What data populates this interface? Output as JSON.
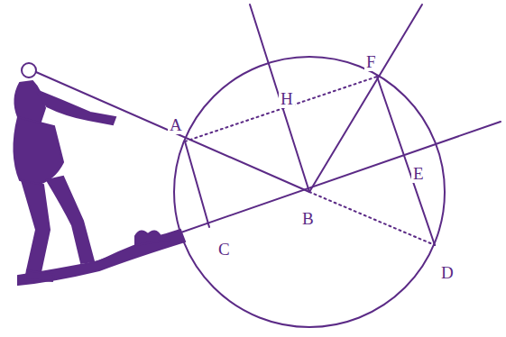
{
  "diagram": {
    "labels": [
      "A",
      "H",
      "F",
      "B",
      "E",
      "C",
      "D"
    ]
  }
}
